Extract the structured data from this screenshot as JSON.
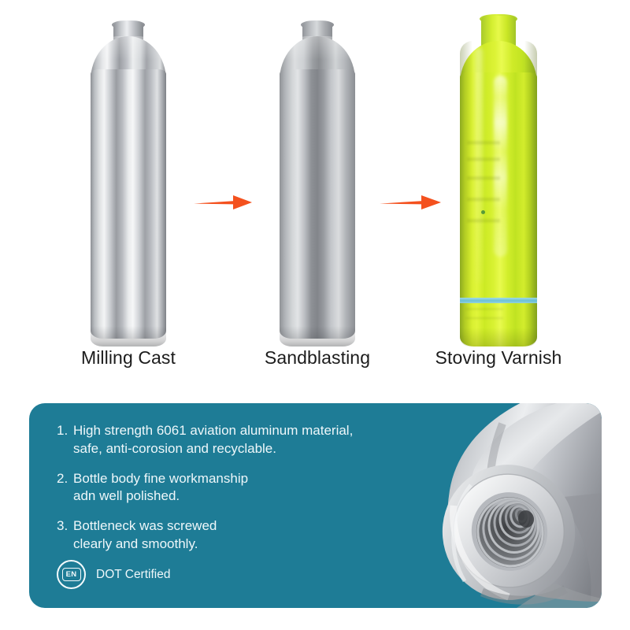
{
  "process": {
    "steps": [
      {
        "label": "Milling Cast",
        "finish": "polished-aluminium"
      },
      {
        "label": "Sandblasting",
        "finish": "matte-aluminium"
      },
      {
        "label": "Stoving Varnish",
        "finish": "lime-green-varnish"
      }
    ],
    "arrows": [
      {
        "name": "arrow-step-1-to-2",
        "color": "#f4511e"
      },
      {
        "name": "arrow-step-2-to-3",
        "color": "#f4511e"
      }
    ]
  },
  "panel": {
    "background_color": "#1e7c96",
    "features": [
      {
        "number": "1.",
        "line1": "High strength 6061 aviation aluminum material,",
        "line2": "safe, anti-corosion and recyclable."
      },
      {
        "number": "2.",
        "line1": "Bottle body fine workmanship",
        "line2": "adn well polished."
      },
      {
        "number": "3.",
        "line1": "Bottleneck was screwed",
        "line2": "clearly and smoothly."
      }
    ],
    "badge": {
      "icon_text": "EN",
      "label": "DOT Certified"
    },
    "photo": {
      "name": "bottleneck-thread-closeup",
      "caption": "Close-up photo of machined aluminium bottleneck with internal screw thread"
    }
  },
  "colors": {
    "accent_arrow": "#f4511e",
    "panel_teal": "#1e7c96",
    "varnish_green": "#d4ee2c",
    "blue_band": "#62bde6",
    "label_text": "#1c1c1c",
    "panel_text": "#eef7fa"
  }
}
